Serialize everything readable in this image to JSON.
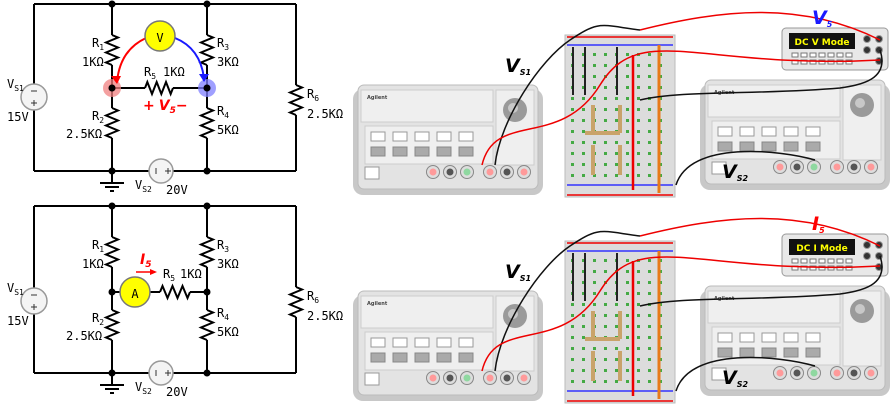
{
  "colors": {
    "red": "#ff0000",
    "blue": "#1a1aff",
    "meter": "#ffff00",
    "node_red": "#f08080",
    "node_blue": "#7f7fff",
    "psu": "#e3e3e3",
    "breadboard": "#dcdcdc"
  },
  "circuits": [
    {
      "id": "voltage",
      "vs1": {
        "main": "V",
        "sub": "S1",
        "value": "15V"
      },
      "vs2": {
        "main": "V",
        "sub": "S2",
        "value": "20V"
      },
      "r1": {
        "main": "R",
        "sub": "1",
        "value": "1KΩ"
      },
      "r2": {
        "main": "R",
        "sub": "2",
        "value": "2.5KΩ"
      },
      "r3": {
        "main": "R",
        "sub": "3",
        "value": "3KΩ"
      },
      "r4": {
        "main": "R",
        "sub": "4",
        "value": "5KΩ"
      },
      "r5": {
        "main": "R",
        "sub": "5",
        "value": "1KΩ"
      },
      "r6": {
        "main": "R",
        "sub": "6",
        "value": "2.5KΩ"
      },
      "meter": "V",
      "measure": {
        "plus": "+",
        "main": "V",
        "sub": "5",
        "minus": "−"
      }
    },
    {
      "id": "current",
      "vs1": {
        "main": "V",
        "sub": "S1",
        "value": "15V"
      },
      "vs2": {
        "main": "V",
        "sub": "S2",
        "value": "20V"
      },
      "r1": {
        "main": "R",
        "sub": "1",
        "value": "1KΩ"
      },
      "r2": {
        "main": "R",
        "sub": "2",
        "value": "2.5KΩ"
      },
      "r3": {
        "main": "R",
        "sub": "3",
        "value": "3KΩ"
      },
      "r4": {
        "main": "R",
        "sub": "4",
        "value": "5KΩ"
      },
      "r5": {
        "main": "R",
        "sub": "5",
        "value": "1KΩ"
      },
      "r6": {
        "main": "R",
        "sub": "6",
        "value": "2.5KΩ"
      },
      "meter": "A",
      "measure": {
        "main": "I",
        "sub": "5"
      }
    }
  ],
  "benches": [
    {
      "vs1": {
        "main": "V",
        "sub": "S1"
      },
      "vs2": {
        "main": "V",
        "sub": "S2"
      },
      "meter_label": {
        "main": "V",
        "sub": "5",
        "color": "#1a1aff"
      },
      "display": "DC V Mode",
      "brand": "Agilent"
    },
    {
      "vs1": {
        "main": "V",
        "sub": "S1"
      },
      "vs2": {
        "main": "V",
        "sub": "S2"
      },
      "meter_label": {
        "main": "I",
        "sub": "5",
        "color": "#ff0000"
      },
      "display": "DC I Mode",
      "brand": "Agilent"
    }
  ]
}
